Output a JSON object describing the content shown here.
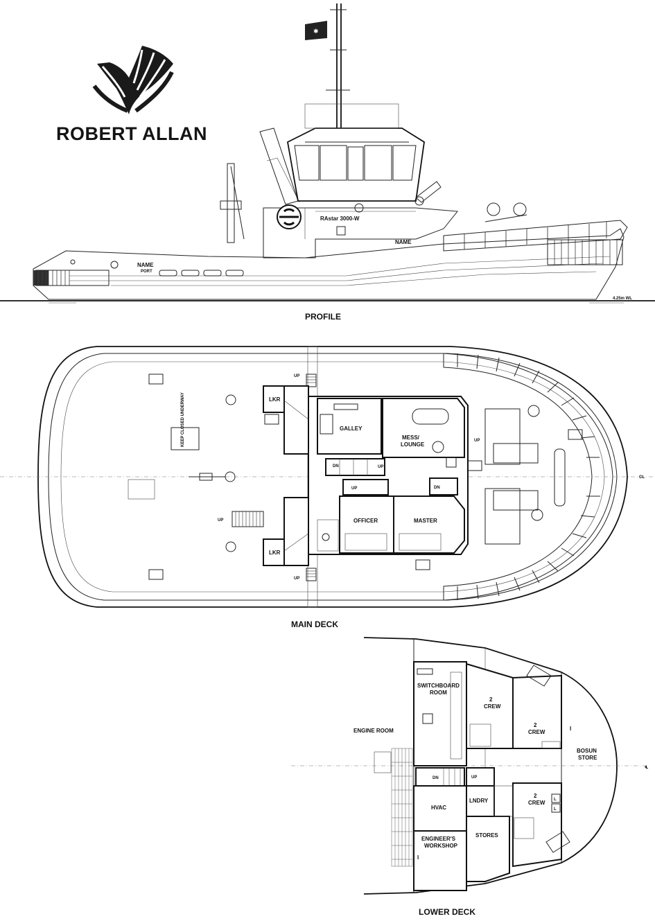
{
  "brand": {
    "name": "ROBERT ALLAN"
  },
  "profile": {
    "title": "PROFILE",
    "model": "RAstar 3000-W",
    "name_bow": "NAME",
    "name_stern": "NAME",
    "port": "PORT",
    "waterline": "4.25m WL"
  },
  "main_deck": {
    "title": "MAIN DECK",
    "centerline": "CL",
    "rooms": {
      "lkr_upper": "LKR",
      "lkr_lower": "LKR",
      "galley": "GALLEY",
      "mess": "MESS/",
      "lounge": "LOUNGE",
      "officer": "OFFICER",
      "master": "MASTER"
    },
    "stairs": {
      "up_1": "UP",
      "up_2": "UP",
      "up_3": "UP",
      "up_4": "UP",
      "up_5": "UP",
      "up_6": "UP",
      "dn_1": "DN",
      "dn_2": "DN"
    },
    "hatch_note": "KEEP CLOSED UNDERWAY"
  },
  "lower_deck": {
    "title": "LOWER DECK",
    "centerline": "℄",
    "rooms": {
      "engine_room": "ENGINE ROOM",
      "switchboard_1": "SWITCHBOARD",
      "switchboard_2": "ROOM",
      "crew_a_1": "2",
      "crew_a_2": "CREW",
      "crew_b_1": "2",
      "crew_b_2": "CREW",
      "crew_c_1": "2",
      "crew_c_2": "CREW",
      "bosun_1": "BOSUN",
      "bosun_2": "STORE",
      "hvac": "HVAC",
      "lndry": "LNDRY",
      "stores": "STORES",
      "workshop_1": "ENGINEER'S",
      "workshop_2": "WORKSHOP"
    },
    "stairs": {
      "dn": "DN",
      "up": "UP"
    },
    "locker_marks": {
      "l1": "L",
      "l2": "L"
    }
  }
}
